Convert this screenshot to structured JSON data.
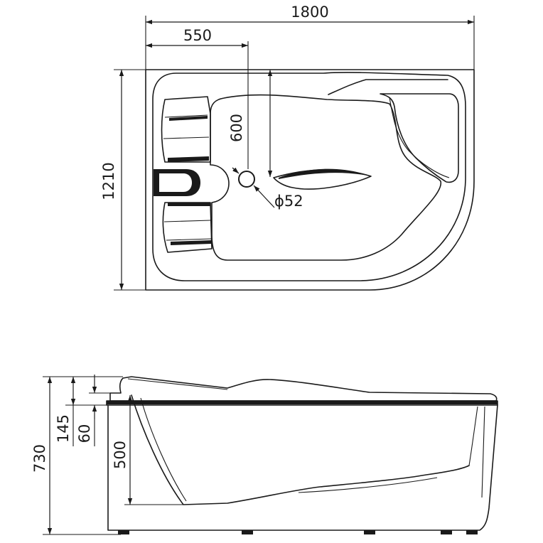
{
  "top_view": {
    "overall_length": "1800",
    "drain_offset_x": "550",
    "drain_offset_y": "600",
    "width": "1210",
    "drain_diameter": "52",
    "diameter_symbol": "ϕ"
  },
  "side_view": {
    "total_height": "730",
    "rim_height": "145",
    "step_height": "60",
    "depth": "500"
  }
}
